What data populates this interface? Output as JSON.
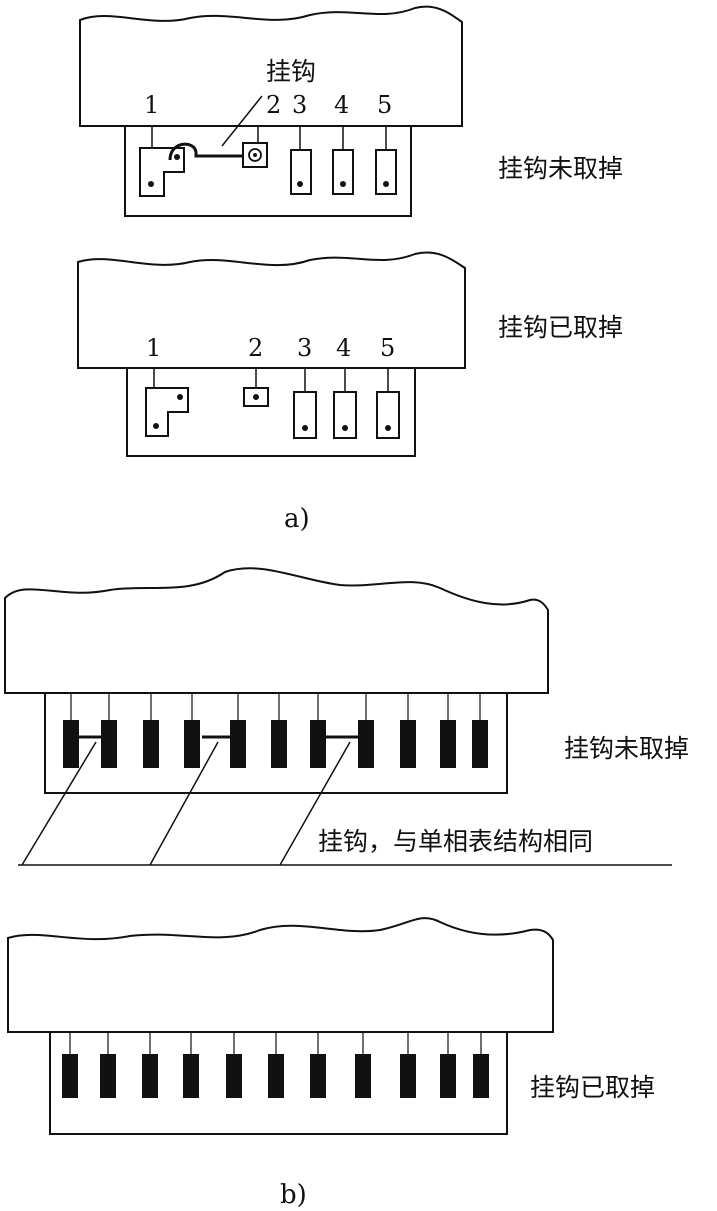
{
  "colors": {
    "ink": "#111111",
    "paper": "#ffffff"
  },
  "part_a": {
    "caption": "a)",
    "top": {
      "hook_label": "挂钩",
      "state_label": "挂钩未取掉",
      "terminal_numbers": [
        "1",
        "2",
        "3",
        "4",
        "5"
      ]
    },
    "bottom": {
      "state_label": "挂钩已取掉",
      "terminal_numbers": [
        "1",
        "2",
        "3",
        "4",
        "5"
      ]
    }
  },
  "part_b": {
    "caption": "b)",
    "top": {
      "state_label": "挂钩未取掉",
      "hook_note": "挂钩，与单相表结构相同"
    },
    "bottom": {
      "state_label": "挂钩已取掉"
    }
  }
}
